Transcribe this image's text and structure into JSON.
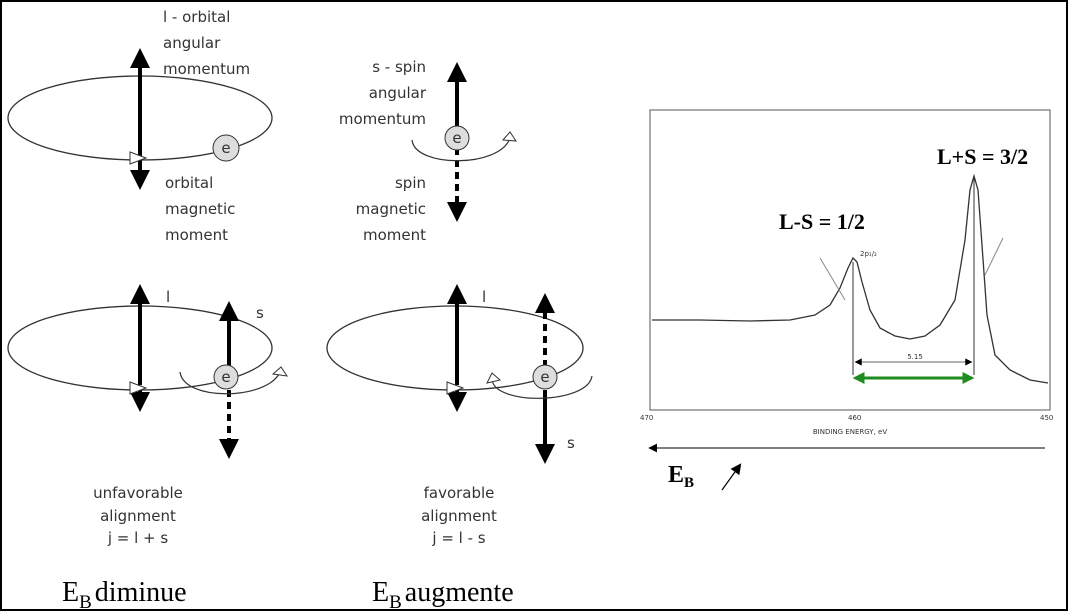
{
  "orbital_diagram": {
    "l_label": [
      "l - orbital",
      "angular",
      "momentum"
    ],
    "mu_label": [
      "orbital",
      "magnetic",
      "moment"
    ],
    "electron": "e"
  },
  "spin_diagram": {
    "s_label": [
      "s - spin",
      "angular",
      "momentum"
    ],
    "mu_label": [
      "spin",
      "magnetic",
      "moment"
    ],
    "electron": "e"
  },
  "unfavorable": {
    "l": "l",
    "s": "s",
    "electron": "e",
    "caption": [
      "unfavorable",
      "alignment",
      "j = l + s"
    ],
    "eb_prefix": "E",
    "eb_sub": "B",
    "eb_text": "diminue"
  },
  "favorable": {
    "l": "l",
    "s": "s",
    "electron": "e",
    "caption": [
      "favorable",
      "alignment",
      "j = l - s"
    ],
    "eb_prefix": "E",
    "eb_sub": "B",
    "eb_text": "augmente"
  },
  "spectrum": {
    "peak_high_label": "L+S = 3/2",
    "peak_low_label": "L-S = 1/2",
    "peak_tag": "2p₁/₂",
    "split_value": "5.15",
    "x_ticks": [
      "470",
      "460",
      "450"
    ],
    "x_axis_label": "BINDING ENERGY, eV",
    "arrow_color": "#1e8c1e",
    "eb_prefix": "E",
    "eb_sub": "B"
  }
}
